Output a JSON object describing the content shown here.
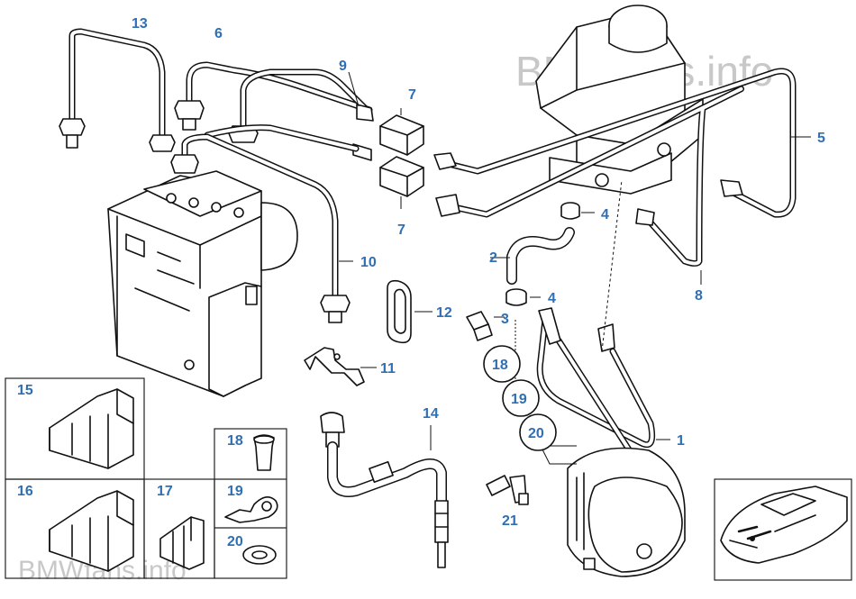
{
  "watermark": {
    "top": "BMWfans.info",
    "bottom": "BMWfans.info"
  },
  "labels": {
    "n1": "1",
    "n2": "2",
    "n3": "3",
    "n4a": "4",
    "n4b": "4",
    "n5": "5",
    "n6": "6",
    "n7a": "7",
    "n7b": "7",
    "n8": "8",
    "n9": "9",
    "n10": "10",
    "n11": "11",
    "n12": "12",
    "n13": "13",
    "n14": "14",
    "n15": "15",
    "n16": "16",
    "n17": "17",
    "n18a": "18",
    "n18b": "18",
    "n19a": "19",
    "n19b": "19",
    "n20a": "20",
    "n20b": "20",
    "n21": "21"
  },
  "colors": {
    "label": "#2f6fb3",
    "line": "#111111",
    "watermark": "#c8c8c8"
  },
  "icons": [
    "abs-unit",
    "brake-fluid-reservoir",
    "hydraulic-pump",
    "brake-pipes",
    "car-location-thumbnail"
  ]
}
